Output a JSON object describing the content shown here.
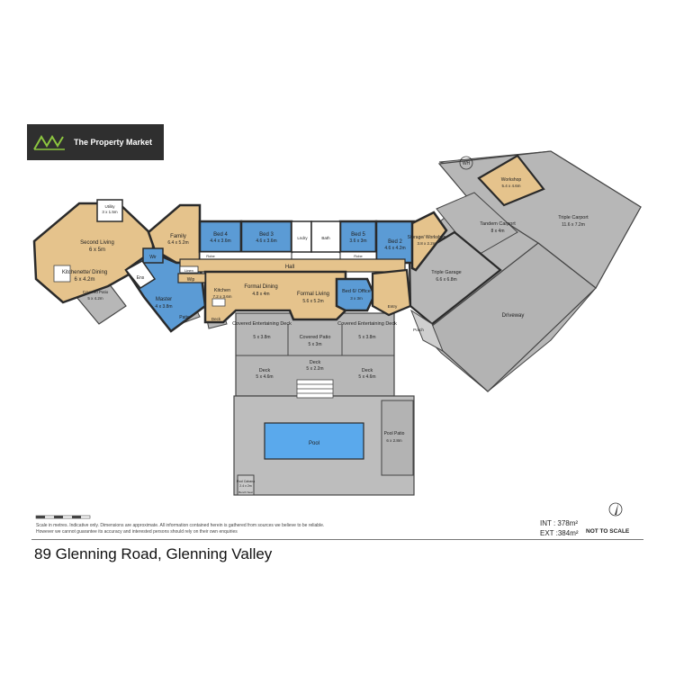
{
  "brand": {
    "name": "The Property Market",
    "logo_icon": "mountain-logo-icon",
    "accent": "#8cc63f"
  },
  "address": "89 Glenning Road, Glenning Valley",
  "disclaimer": "Scale in metres. Indicative only. Dimensions are approximate. All information contained herein is gathered from sources we believe to be reliable. However we cannot guarantee its accuracy and interested persons should rely on their own enquiries",
  "areas": {
    "int": "INT : 378m²",
    "ext": "EXT :384m²"
  },
  "not_to_scale": "NOT TO SCALE",
  "compass_icon": "north-arrow-icon",
  "colors": {
    "living": "#e5c38c",
    "bed": "#5b9bd5",
    "outdoor": "#b7b7b7",
    "pool": "#5aa9ec",
    "wall": "#2a2a2a",
    "bath": "#ffffff"
  },
  "rooms": {
    "second_living": {
      "name": "Second Living",
      "dim": "6 x 5m"
    },
    "kitchenette": {
      "name": "Kitchenette/ Dining",
      "dim": "6 x 4.2m"
    },
    "utility": {
      "name": "Utility",
      "dim": "3 x 1.5m"
    },
    "covered_patio_left": {
      "name": "Covered Patio",
      "dim": "5 x 4.2m"
    },
    "family": {
      "name": "Family",
      "dim": "6.4 x 5.2m"
    },
    "wir": "Wir",
    "ens": "Ens",
    "master": {
      "name": "Master",
      "dim": "4 x 3.8m"
    },
    "patio": "Patio",
    "bed4": {
      "name": "Bed 4",
      "dim": "4.4 x 3.6m"
    },
    "bed3": {
      "name": "Bed 3",
      "dim": "4.6 x 3.6m"
    },
    "bed5": {
      "name": "Bed 5",
      "dim": "3.6 x 3m"
    },
    "bed2": {
      "name": "Bed 2",
      "dim": "4.6 x 4.2m"
    },
    "hall": "Hall",
    "lndry": "Lndry",
    "bath": "Bath",
    "robe": "Robe",
    "linen": "Linen",
    "kitchen": {
      "name": "Kitchen",
      "dim": "7.2 x 3.6m"
    },
    "formal_dining": {
      "name": "Formal Dining",
      "dim": "4.8 x 4m"
    },
    "formal_living": {
      "name": "Formal Living",
      "dim": "5.6 x 5.2m"
    },
    "bed6": {
      "name": "Bed 6/ Office",
      "dim": "3 x 3m"
    },
    "storage_workshop": {
      "name": "Storage/ Workshop",
      "dim": "3.8 x 2.2m"
    },
    "triple_garage": {
      "name": "Triple Garage",
      "dim": "6.6 x 6.8m"
    },
    "workshop": {
      "name": "Workshop",
      "dim": "5.4 x 4.6m"
    },
    "tandem_carport": {
      "name": "Tandem Carport",
      "dim": "8 x 4m"
    },
    "triple_carport": {
      "name": "Triple Carport",
      "dim": "11.6 x 7.2m"
    },
    "driveway": "Driveway",
    "covered_ent_left": {
      "name": "Covered Entertaining Deck",
      "dim": "5 x 3.8m"
    },
    "covered_ent_right": {
      "name": "Covered Entertaining Deck",
      "dim": "5 x 3.8m"
    },
    "covered_patio_mid": {
      "name": "Covered Patio",
      "dim": "5 x 3m"
    },
    "deck_left": {
      "name": "Deck",
      "dim": "5 x 4.6m"
    },
    "deck_mid": {
      "name": "Deck",
      "dim": "5 x 2.2m"
    },
    "deck_right": {
      "name": "Deck",
      "dim": "5 x 4.6m"
    },
    "pool": "Pool",
    "pool_patio": {
      "name": "Pool Patio",
      "dim": "6 x 2.8m"
    },
    "pool_cabana": {
      "name": "Pool Cabana",
      "dim": "2.4 x 2m"
    },
    "bench_seat": "Bench Seat",
    "wh": "WH",
    "entry": "Entry",
    "porch": "Porch",
    "deck_small": "Deck",
    "wip": "Wip"
  }
}
